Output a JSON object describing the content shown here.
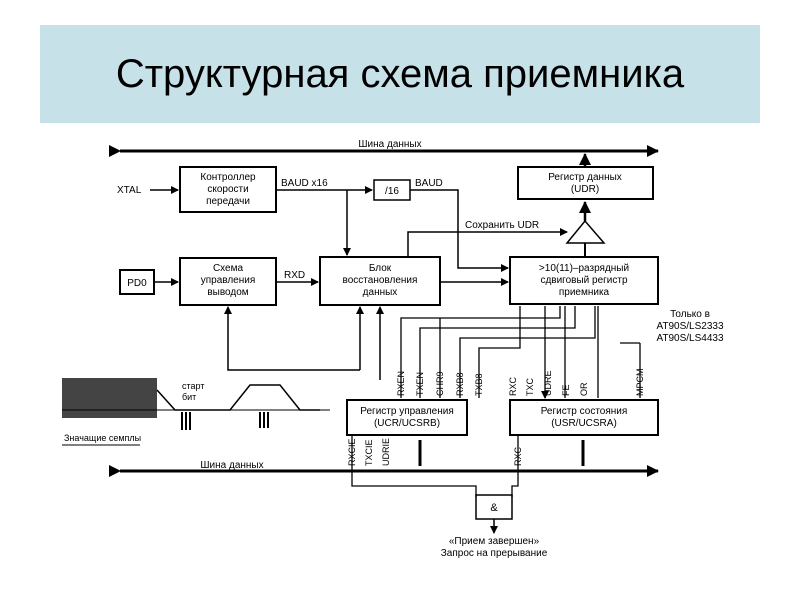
{
  "title": "Структурная схема приемника",
  "diagram": {
    "bus_top": "Шина данных",
    "bus_bottom": "Шина данных",
    "xtal": "XTAL",
    "baud_controller": [
      "Контроллер",
      "скорости",
      "передачи"
    ],
    "baud_x16": "BAUD x16",
    "div16": "/16",
    "baud": "BAUD",
    "udr": [
      "Регистр данных",
      "(UDR)"
    ],
    "save_udr": "Сохранить UDR",
    "pd0": "PD0",
    "pin_control": [
      "Схема",
      "управления",
      "выводом"
    ],
    "rxd": "RXD",
    "recovery": [
      "Блок",
      "восстановления",
      "данных"
    ],
    "shift_register": [
      ">10(11)–разрядный",
      "сдвиговый регистр",
      "приемника"
    ],
    "only_in": [
      "Только в",
      "AT90S/LS2333",
      "AT90S/LS4433"
    ],
    "ucr_bits": [
      "RXEN",
      "TXEN",
      "CHR9",
      "RXB8",
      "TXB8"
    ],
    "usr_bits": [
      "RXC",
      "TXC",
      "UDRE",
      "FE",
      "OR",
      "MPCM"
    ],
    "ucr": [
      "Регистр управления",
      "(UCR/UCSRB)"
    ],
    "usr": [
      "Регистр состояния",
      "(USR/UCSRA)"
    ],
    "ucr_low_bits": [
      "RXCIE",
      "TXCIE",
      "UDRIE"
    ],
    "usr_low_bit": "RXC",
    "and_gate": "&",
    "start": "старт",
    "bit": "бит",
    "samples": "Значащие семплы",
    "rx_complete": "«Прием завершен»",
    "interrupt_request": "Запрос на прерывание"
  }
}
